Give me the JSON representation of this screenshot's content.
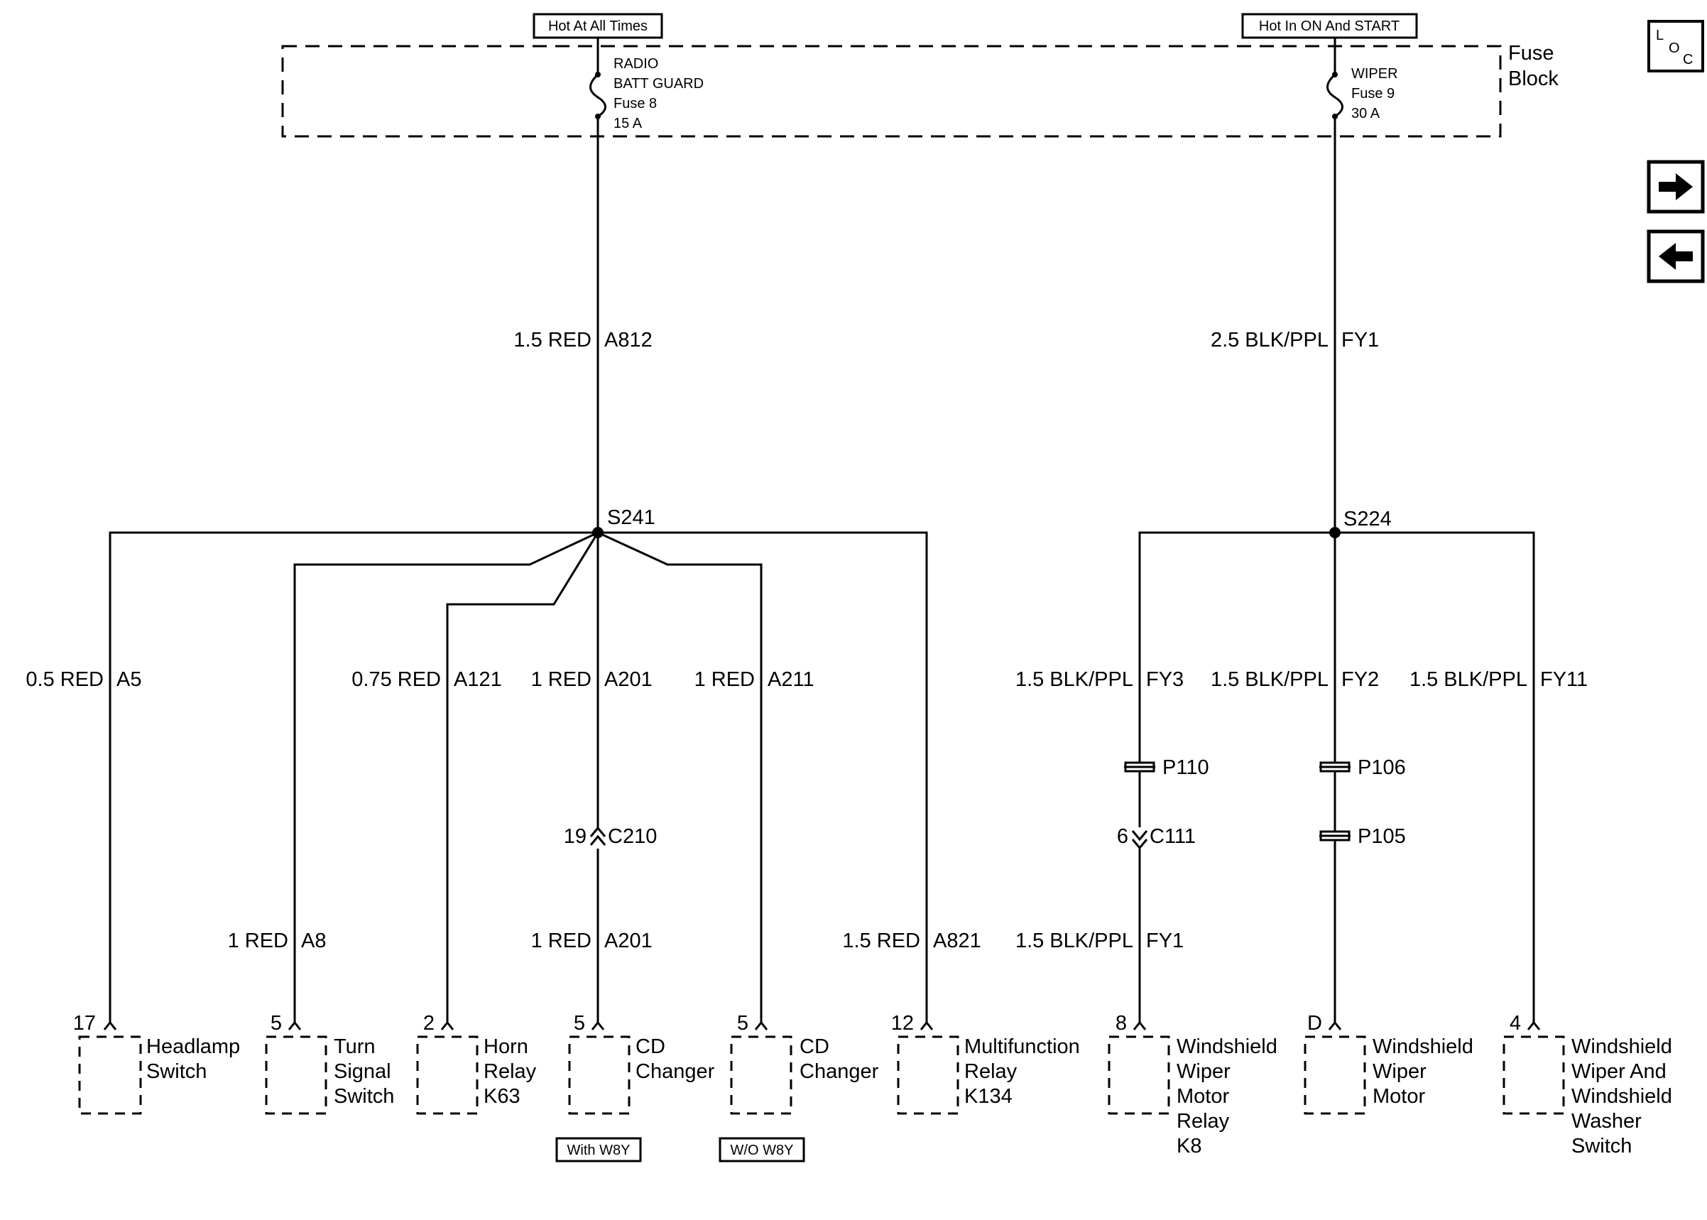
{
  "power": {
    "hot_at_all_times": "Hot At All Times",
    "hot_in_on_start": "Hot In ON And START"
  },
  "fuse_block": {
    "label_line1": "Fuse",
    "label_line2": "Block"
  },
  "fuse8": {
    "line1": "RADIO",
    "line2": "BATT GUARD",
    "line3": "Fuse 8",
    "line4": "15 A"
  },
  "fuse9": {
    "line1": "WIPER",
    "line2": "Fuse 9",
    "line3": "30 A"
  },
  "wires": {
    "a812_gauge": "1.5 RED",
    "a812_circuit": "A812",
    "fy1_top_gauge": "2.5 BLK/PPL",
    "fy1_top_circuit": "FY1",
    "a5_gauge": "0.5 RED",
    "a5_circuit": "A5",
    "a121_gauge": "0.75 RED",
    "a121_circuit": "A121",
    "a201_gauge": "1 RED",
    "a201_circuit": "A201",
    "a211_gauge": "1 RED",
    "a211_circuit": "A211",
    "fy3_gauge": "1.5 BLK/PPL",
    "fy3_circuit": "FY3",
    "fy2_gauge": "1.5 BLK/PPL",
    "fy2_circuit": "FY2",
    "fy11_gauge": "1.5 BLK/PPL",
    "fy11_circuit": "FY11",
    "a8_gauge": "1 RED",
    "a8_circuit": "A8",
    "a201b_gauge": "1 RED",
    "a201b_circuit": "A201",
    "a821_gauge": "1.5 RED",
    "a821_circuit": "A821",
    "fy1_bot_gauge": "1.5 BLK/PPL",
    "fy1_bot_circuit": "FY1"
  },
  "splices": {
    "s241": "S241",
    "s224": "S224"
  },
  "connectors": {
    "c210_pin": "19",
    "c210": "C210",
    "c111_pin": "6",
    "c111": "C111",
    "p110": "P110",
    "p106": "P106",
    "p105": "P105"
  },
  "components": {
    "headlamp": {
      "pin": "17",
      "lines": [
        "Headlamp",
        "Switch"
      ]
    },
    "turn_signal": {
      "pin": "5",
      "lines": [
        "Turn",
        "Signal",
        "Switch"
      ]
    },
    "horn_relay": {
      "pin": "2",
      "lines": [
        "Horn",
        "Relay",
        "K63"
      ]
    },
    "cd_changer_1": {
      "pin": "5",
      "lines": [
        "CD",
        "Changer"
      ]
    },
    "cd_changer_2": {
      "pin": "5",
      "lines": [
        "CD",
        "Changer"
      ]
    },
    "multifunction_relay": {
      "pin": "12",
      "lines": [
        "Multifunction",
        "Relay",
        "K134"
      ]
    },
    "wiper_motor_relay": {
      "pin": "8",
      "lines": [
        "Windshield",
        "Wiper",
        "Motor",
        "Relay",
        "K8"
      ]
    },
    "wiper_motor": {
      "pin": "D",
      "lines": [
        "Windshield",
        "Wiper",
        "Motor"
      ]
    },
    "washer_switch": {
      "pin": "4",
      "lines": [
        "Windshield",
        "Wiper And",
        "Windshield",
        "Washer",
        "Switch"
      ]
    }
  },
  "options": {
    "with_w8y": "With W8Y",
    "wo_w8y": "W/O W8Y"
  },
  "nav": {
    "loc_l": "L",
    "loc_o": "O",
    "loc_c": "C",
    "next_icon": "arrow-right-icon",
    "prev_icon": "arrow-left-icon"
  }
}
